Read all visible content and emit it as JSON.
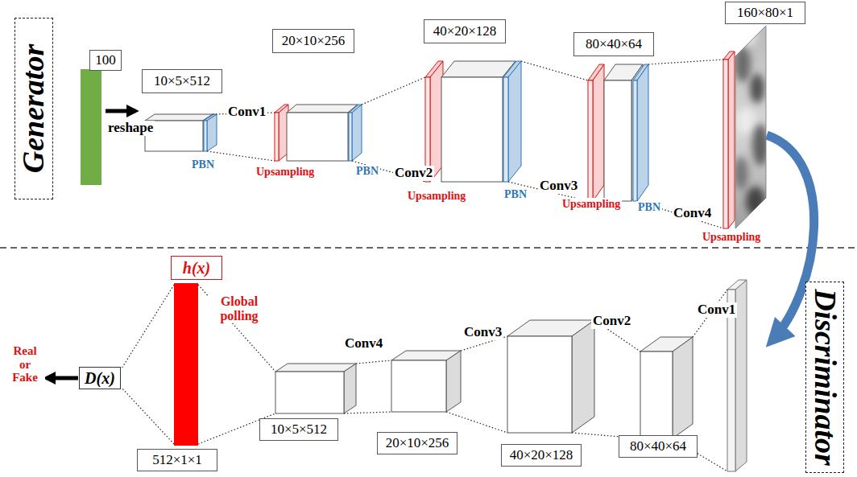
{
  "diagram": {
    "nodes": [
      {
        "text": [
          "Generator"
        ]
      },
      {
        "text": [
          "100"
        ]
      },
      {
        "text": [
          "10×5×512"
        ]
      },
      {
        "text": [
          "20×10×256"
        ]
      },
      {
        "text": [
          "40×20×128"
        ]
      },
      {
        "text": [
          "80×40×64"
        ]
      },
      {
        "text": [
          "160×80×1"
        ]
      },
      {
        "text": [
          "h(x)"
        ]
      },
      {
        "text": [
          "D(x)"
        ]
      },
      {
        "text": [
          "10×5×512"
        ]
      },
      {
        "text": [
          "20×10×256"
        ]
      },
      {
        "text": [
          "40×20×128"
        ]
      },
      {
        "text": [
          "80×40×64"
        ]
      },
      {
        "text": [
          "512×1×1"
        ]
      },
      {
        "text": [
          "Discriminator"
        ]
      }
    ],
    "labels": [
      "reshape",
      "PBN",
      "Conv1",
      "Upsampling",
      "PBN",
      "Conv2",
      "Upsampling",
      "PBN",
      "Conv3",
      "Upsampling",
      "PBN",
      "Conv4",
      "Upsampling",
      "Real or Fake",
      "Global polling",
      "Conv4",
      "Conv3",
      "Conv2",
      "Conv1"
    ]
  }
}
